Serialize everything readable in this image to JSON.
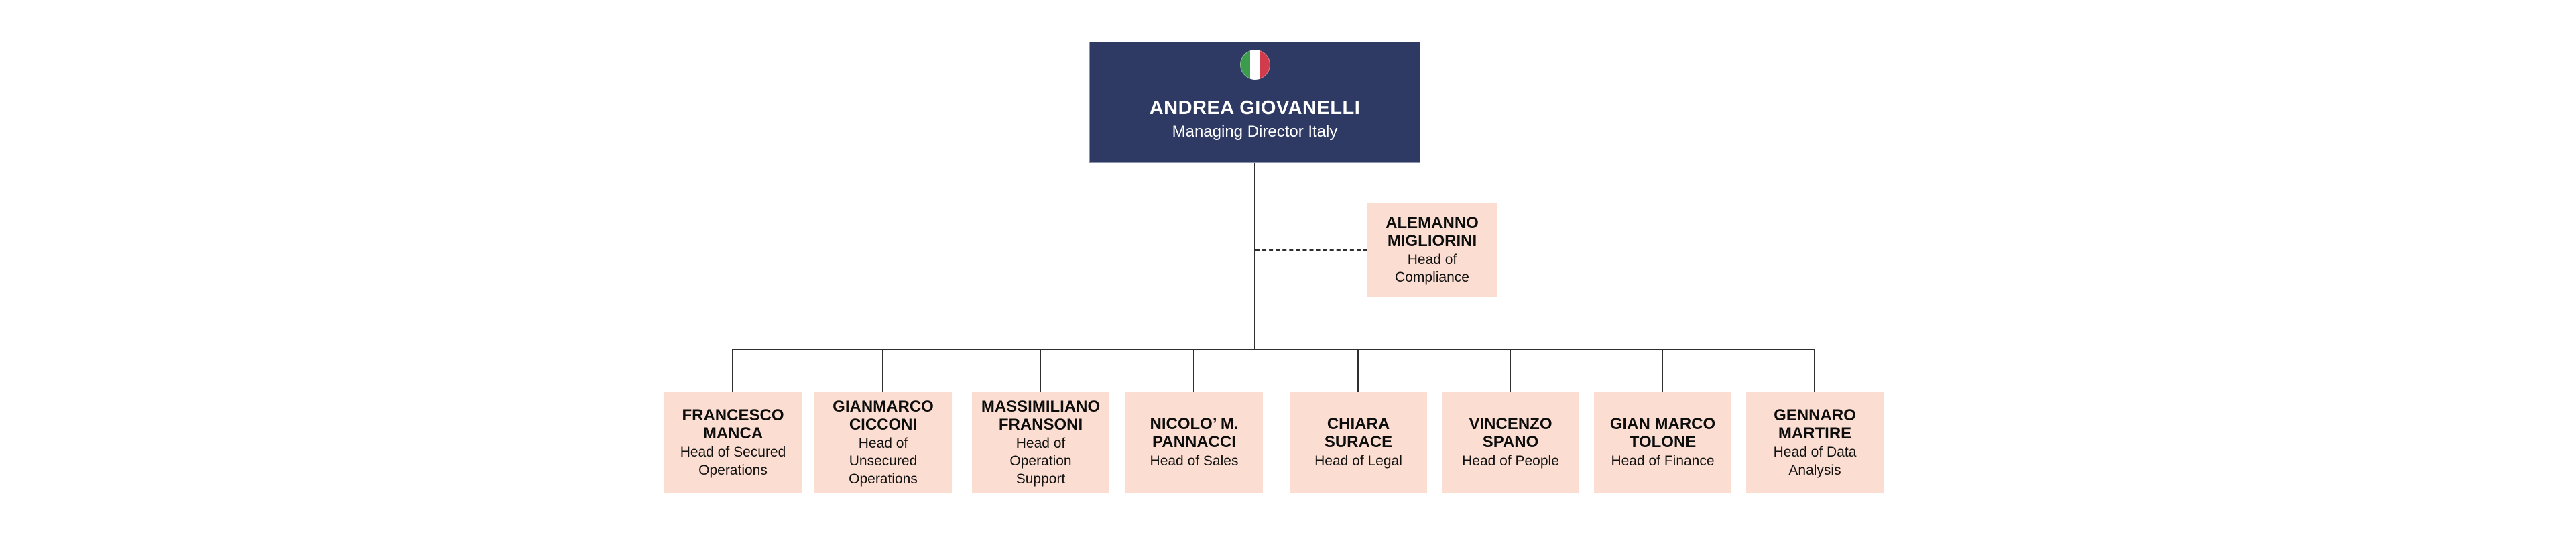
{
  "chart": {
    "type": "org-chart",
    "root": {
      "name": "ANDREA GIOVANELLI",
      "title": "Managing Director Italy",
      "icon": "italy-flag-icon"
    },
    "staff_node": {
      "name": "ALEMANNO MIGLIORINI",
      "title": "Head of Compliance",
      "connection": "dashed"
    },
    "children": [
      {
        "name": "FRANCESCO MANCA",
        "title": "Head of Secured Operations"
      },
      {
        "name": "GIANMARCO CICCONI",
        "title": "Head of Unsecured Operations"
      },
      {
        "name": "MASSIMILIANO FRANSONI",
        "title": "Head of Operation Support"
      },
      {
        "name": "NICOLO’ M. PANNACCI",
        "title": "Head of Sales"
      },
      {
        "name": "CHIARA SURACE",
        "title": "Head of Legal"
      },
      {
        "name": "VINCENZO SPANO",
        "title": "Head of People"
      },
      {
        "name": "GIAN MARCO TOLONE",
        "title": "Head of Finance"
      },
      {
        "name": "GENNARO MARTIRE",
        "title": "Head of Data Analysis"
      }
    ],
    "colors": {
      "root_background": "#2e3a63",
      "node_background": "#fbded1",
      "root_text": "#ffffff",
      "node_text": "#0d0d0d",
      "connector": "#2f2f2f",
      "flag_green": "#3d9b4e",
      "flag_white": "#ffffff",
      "flag_red": "#d13b4b"
    }
  }
}
